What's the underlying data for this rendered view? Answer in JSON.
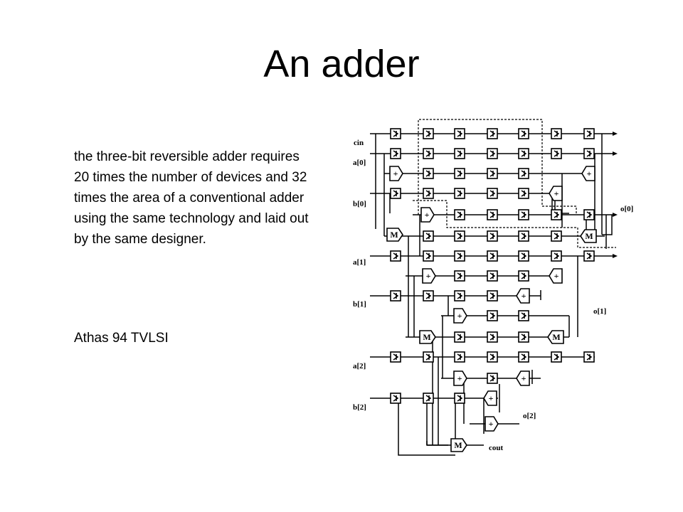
{
  "title": "An adder",
  "description": "the three-bit reversible adder requires 20 times the number of devices and 32 times the area of a conventional adder using the same technology and laid out by the same designer.",
  "citation": "Athas 94 TVLSI",
  "schematic": {
    "input_labels": [
      "cin",
      "a[0]",
      "b[0]",
      "a[1]",
      "b[1]",
      "a[2]",
      "b[2]"
    ],
    "output_labels": [
      "o[0]",
      "o[1]",
      "o[2]",
      "cout"
    ],
    "gate_symbols": {
      "adder": "+",
      "majority": "M"
    }
  }
}
